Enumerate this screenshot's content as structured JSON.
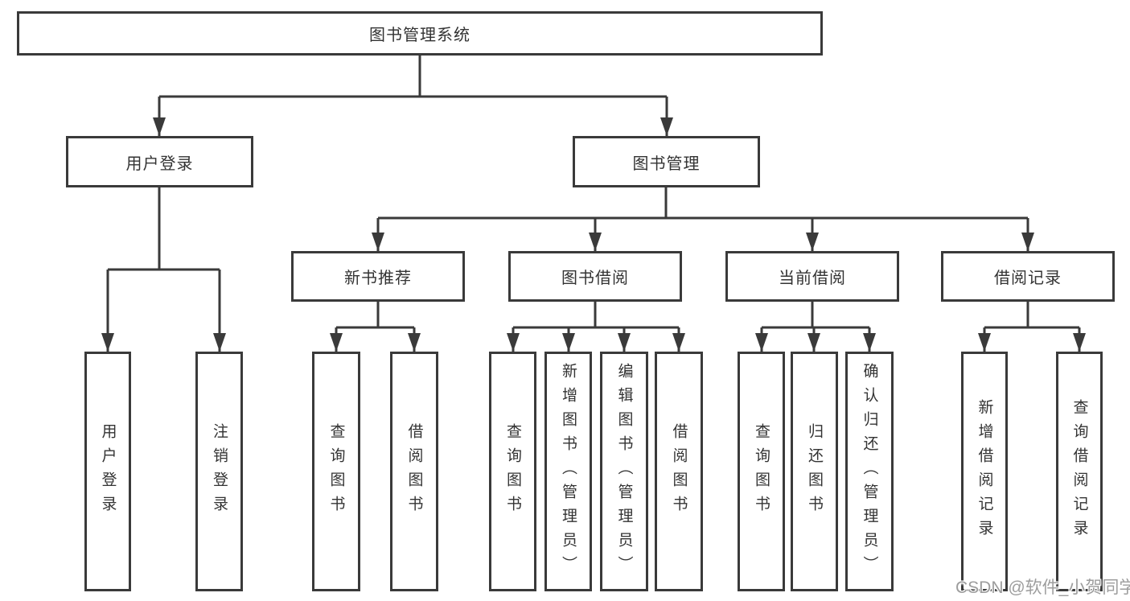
{
  "colors": {
    "line_color": "#3a3a3a",
    "text_color": "#333333",
    "watermark_color": "#9d9d9d",
    "background_color": "#ffffff"
  },
  "diagram": {
    "root": {
      "label": "图书管理系统"
    },
    "branches": {
      "user_login": {
        "label": "用户登录"
      },
      "book_management": {
        "label": "图书管理"
      },
      "new_book_recommend": {
        "label": "新书推荐"
      },
      "book_borrowing": {
        "label": "图书借阅"
      },
      "current_borrowing": {
        "label": "当前借阅"
      },
      "borrowing_records": {
        "label": "借阅记录"
      }
    },
    "leaves": {
      "user_login": {
        "label": "用户登录"
      },
      "logout": {
        "label": "注销登录"
      },
      "recommend_query_books": {
        "label": "查询图书"
      },
      "recommend_borrow_books": {
        "label": "借阅图书"
      },
      "borrowing_query_books": {
        "label": "查询图书"
      },
      "borrowing_add_books": {
        "label": "新增图书（管理员）"
      },
      "borrowing_edit_books": {
        "label": "编辑图书（管理员）"
      },
      "borrowing_borrow_books": {
        "label": "借阅图书"
      },
      "current_query_books": {
        "label": "查询图书"
      },
      "current_return_books": {
        "label": "归还图书"
      },
      "current_confirm_return": {
        "label": "确认归还（管理员）"
      },
      "records_add_record": {
        "label": "新增借阅记录"
      },
      "records_query_record": {
        "label": "查询借阅记录"
      }
    }
  },
  "watermark": {
    "text": "CSDN @软件_小贺同学"
  }
}
